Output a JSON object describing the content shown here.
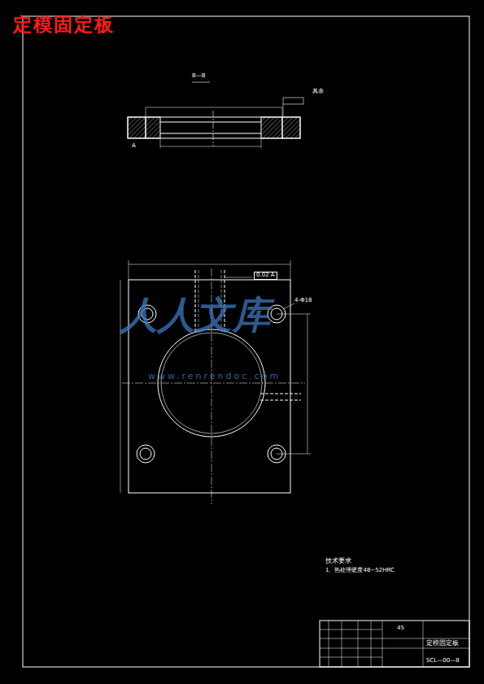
{
  "diagram": {
    "title": "定模固定板",
    "labels": [
      "B—B",
      "其余",
      "0.02 A",
      "4-Φ18",
      "A",
      "技术要求",
      "1、热处理硬度48~52HRC",
      "人人文库",
      "www.renrendoc.com",
      "45",
      "定模固定板",
      "SCL—00—8"
    ]
  }
}
